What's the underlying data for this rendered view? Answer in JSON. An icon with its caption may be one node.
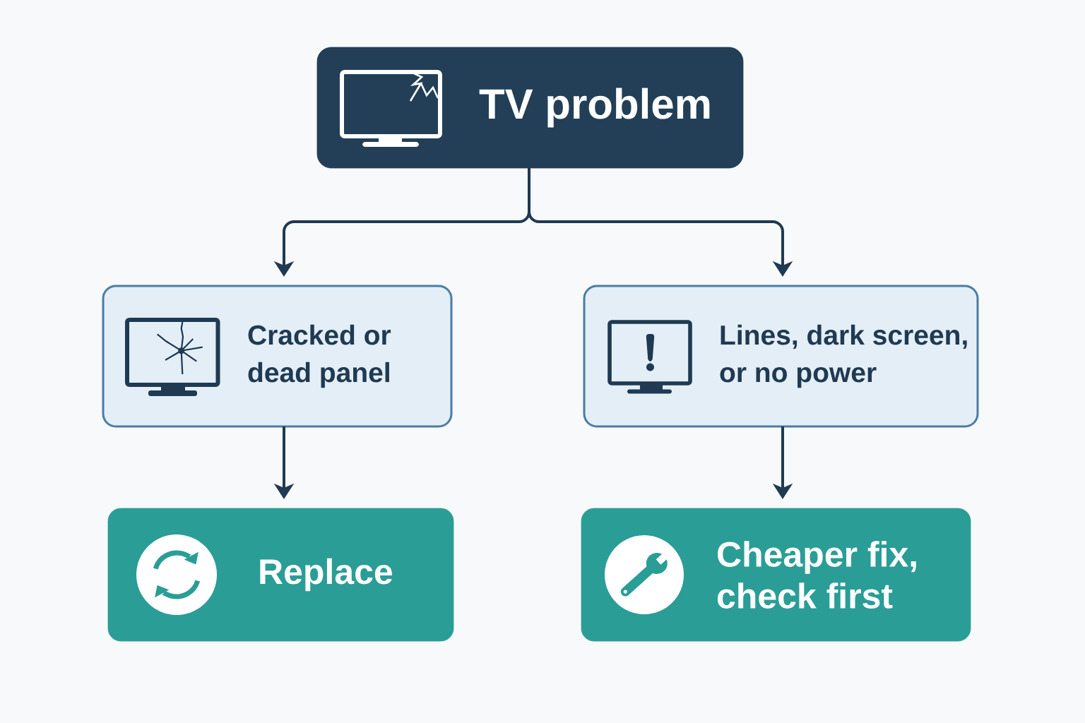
{
  "diagram": {
    "nodes": [
      {
        "text": [
          "TV problem"
        ]
      },
      {
        "text": [
          "Cracked or dead panel"
        ]
      },
      {
        "text": [
          "Lines, dark screen, or no power"
        ]
      },
      {
        "text": [
          "Replace"
        ]
      },
      {
        "text": [
          "Cheaper fix, check first"
        ]
      }
    ],
    "edges": [
      {
        "from": 0,
        "to": 1,
        "arrow": "to"
      },
      {
        "from": 0,
        "to": 2,
        "arrow": "to"
      },
      {
        "from": 1,
        "to": 3,
        "arrow": "to"
      },
      {
        "from": 2,
        "to": 4,
        "arrow": "to"
      }
    ]
  }
}
